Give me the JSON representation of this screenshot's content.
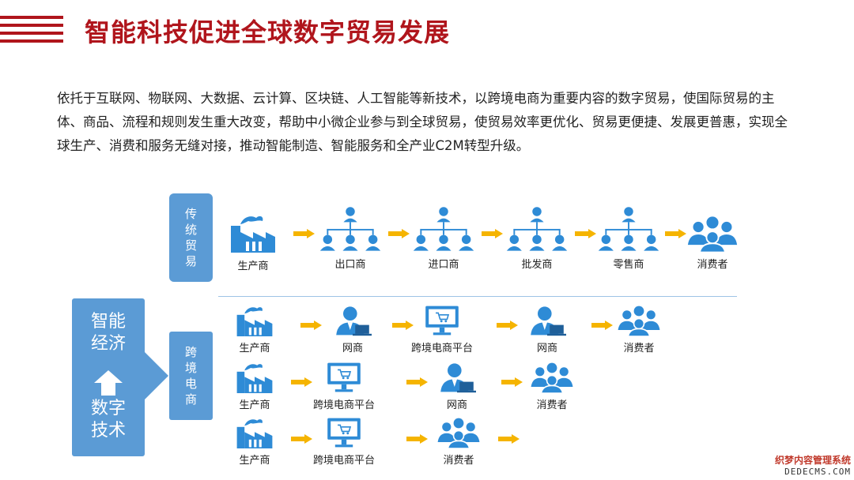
{
  "title": "智能科技促进全球数字贸易发展",
  "intro": "依托于互联网、物联网、大数据、云计算、区块链、人工智能等新技术，以跨境电商为重要内容的数字贸易，使国际贸易的主体、商品、流程和规则发生重大改变，帮助中小微企业参与到全球贸易，使贸易效率更优化、贸易更便捷、发展更普惠，实现全球生产、消费和服务无缝对接，推动智能制造、智能服务和全产业C2M转型升级。",
  "labels": {
    "traditional": "传统贸易",
    "cross_border": "跨境电商",
    "smart_top": "智能经济",
    "smart_bottom": "数字技术"
  },
  "traditional_chain": [
    "生产商",
    "出口商",
    "进口商",
    "批发商",
    "零售商",
    "消费者"
  ],
  "cross_chain_1": [
    "生产商",
    "网商",
    "跨境电商平台",
    "网商",
    "消费者"
  ],
  "cross_chain_2": [
    "生产商",
    "跨境电商平台",
    "网商",
    "消费者"
  ],
  "cross_chain_3": [
    "生产商",
    "跨境电商平台",
    "消费者"
  ],
  "icons": {
    "factory": "factory-icon",
    "org": "org-tree-icon",
    "merchant": "online-merchant-icon",
    "platform": "computer-monitor-icon",
    "consumers": "group-icon"
  },
  "colors": {
    "title": "#b0151c",
    "box": "#5b9bd5",
    "icon": "#2e8bd6",
    "arrow": "#f5b400"
  },
  "watermark": {
    "cn": "织梦内容管理系统",
    "en": "DEDECMS.COM"
  }
}
